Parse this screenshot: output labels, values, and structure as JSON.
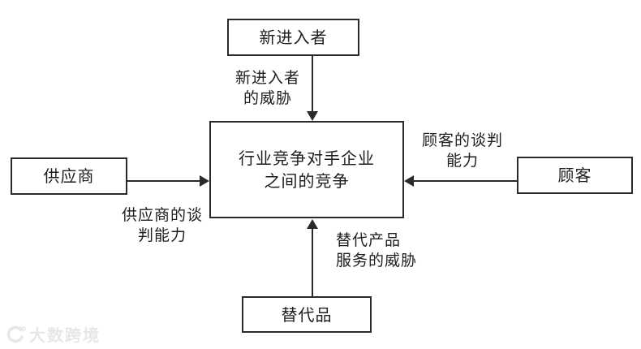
{
  "diagram": {
    "boxes": {
      "new_entrants": "新进入者",
      "suppliers": "供应商",
      "customers": "顾客",
      "substitutes": "替代品",
      "center_line1": "行业竞争对手企业",
      "center_line2": "之间的竞争"
    },
    "labels": {
      "new_entrants_threat_line1": "新进入者",
      "new_entrants_threat_line2": "的威胁",
      "supplier_power_line1": "供应商的谈",
      "supplier_power_line2": "判能力",
      "customer_power_line1": "顾客的谈判",
      "customer_power_line2": "能力",
      "substitute_threat_line1": "替代产品",
      "substitute_threat_line2": "服务的威胁"
    },
    "watermark": "大数跨境",
    "colors": {
      "line": "#2a2a2a",
      "watermark": "#e7e7e7"
    }
  }
}
